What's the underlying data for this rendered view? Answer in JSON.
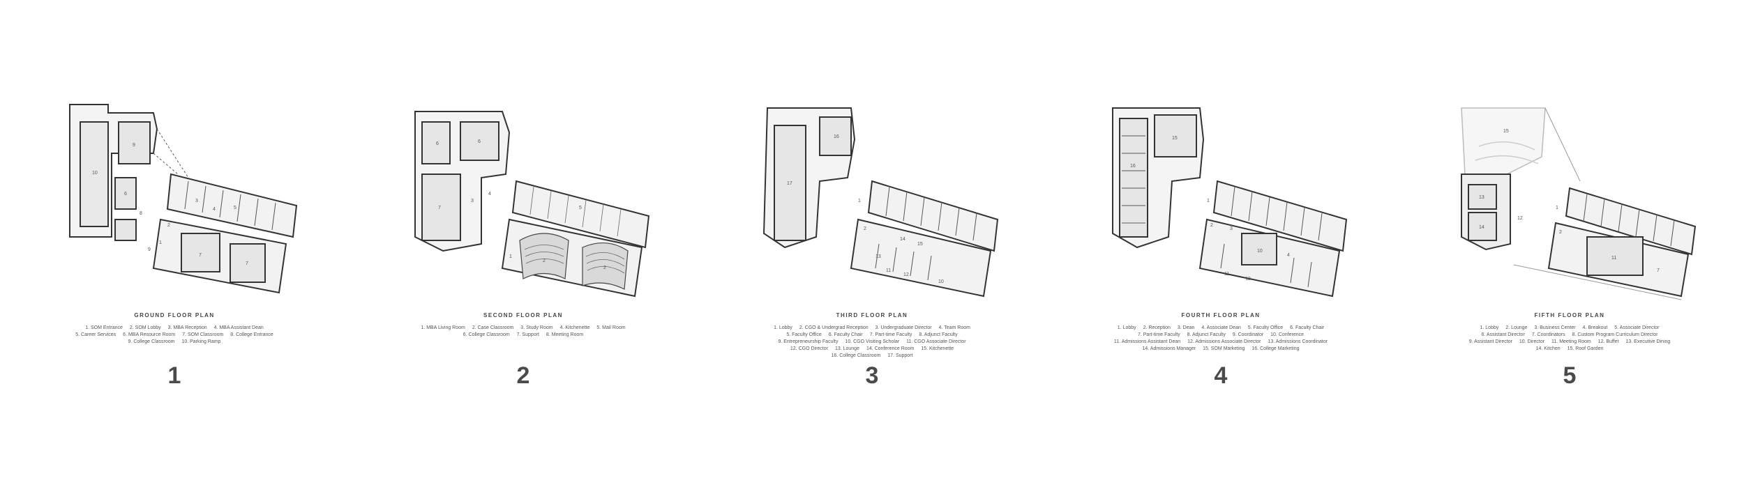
{
  "panels": [
    {
      "title": "GROUND FLOOR PLAN",
      "number": "1",
      "legend": [
        "1. SOM Entrance",
        "2. SOM Lobby",
        "3. MBA Reception",
        "4. MBA Assistant Dean",
        "5. Career Services",
        "6. MBA Resource Room",
        "7. SOM Classroom",
        "8. College Entrance",
        "9. College Classroom",
        "10. Parking Ramp"
      ]
    },
    {
      "title": "SECOND FLOOR PLAN",
      "number": "2",
      "legend": [
        "1. MBA Living Room",
        "2. Case Classroom",
        "3. Study Room",
        "4. Kitchenette",
        "5. Mail Room",
        "6. College Classroom",
        "7. Support",
        "8. Meeting Room"
      ]
    },
    {
      "title": "THIRD FLOOR PLAN",
      "number": "3",
      "legend": [
        "1. Lobby",
        "2. CGO & Undergrad Reception",
        "3. Undergraduate Director",
        "4. Team Room",
        "5. Faculty Office",
        "6. Faculty Chair",
        "7. Part-time Faculty",
        "8. Adjunct Faculty",
        "9. Entrepreneurship Faculty",
        "10. CGO Visiting Scholar",
        "11. CGO Associate Director",
        "12. CGO Director",
        "13. Lounge",
        "14. Conference Room",
        "15. Kitchenette",
        "16. College Classroom",
        "17. Support"
      ]
    },
    {
      "title": "FOURTH FLOOR PLAN",
      "number": "4",
      "legend": [
        "1. Lobby",
        "2. Reception",
        "3. Dean",
        "4. Associate Dean",
        "5. Faculty Office",
        "6. Faculty Chair",
        "7. Part-time Faculty",
        "8. Adjunct Faculty",
        "9. Coordinator",
        "10. Conference",
        "11. Admissions Assistant Dean",
        "12. Admissions Associate Director",
        "13. Admissions Coordinator",
        "14. Admissions Manager",
        "15. SOM Marketing",
        "16. College Marketing"
      ]
    },
    {
      "title": "FIFTH FLOOR PLAN",
      "number": "5",
      "legend": [
        "1. Lobby",
        "2. Lounge",
        "3. Business Center",
        "4. Breakout",
        "5. Associate Director",
        "6. Assistant Director",
        "7. Coordinators",
        "8. Custom Program Curriculum Director",
        "9. Assistant Director",
        "10. Director",
        "11. Meeting Room",
        "12. Buffet",
        "13. Executive Dining",
        "14. Kitchen",
        "15. Roof Garden"
      ]
    }
  ],
  "plan_labels": {
    "p1": [
      "10",
      "9",
      "6",
      "8",
      "5",
      "3",
      "4",
      "2",
      "1",
      "7",
      "7",
      "9"
    ],
    "p2": [
      "6",
      "6",
      "7",
      "3",
      "4",
      "1",
      "2",
      "2",
      "5"
    ],
    "p3": [
      "16",
      "17",
      "1",
      "2",
      "13",
      "14",
      "15",
      "11",
      "12",
      "10"
    ],
    "p4": [
      "16",
      "15",
      "1",
      "2",
      "10",
      "3",
      "4",
      "11",
      "12"
    ],
    "p5": [
      "15",
      "13",
      "14",
      "12",
      "1",
      "2",
      "11",
      "7"
    ]
  }
}
